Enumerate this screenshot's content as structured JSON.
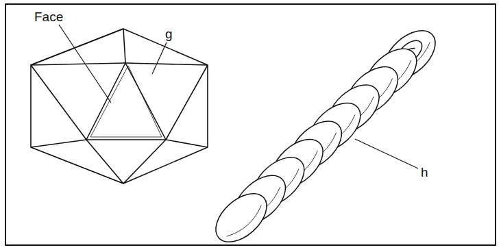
{
  "diagram": {
    "labels": [
      "Face",
      "g",
      "h"
    ]
  }
}
